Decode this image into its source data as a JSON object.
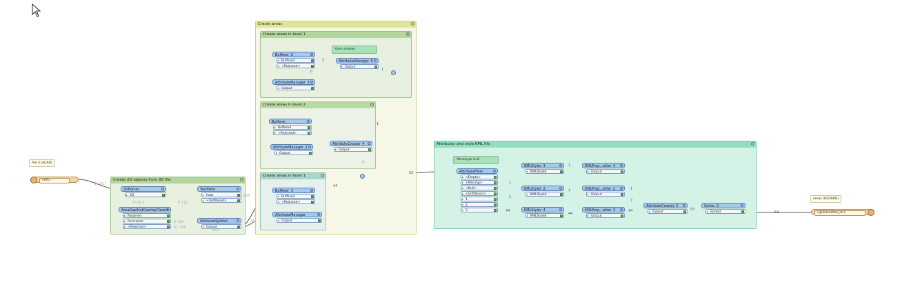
{
  "bookmarks": {
    "create_2d": "Create 2D objects from 3D file",
    "create_areas": "Create areas",
    "level1": "Create areas in level 1",
    "level2": "Create areas in level 2",
    "level_1": "Create areas in level 1",
    "kml": "Attributes and style KML file"
  },
  "reader": {
    "annotation": "File X [ACAD]",
    "port": "<All>"
  },
  "writer": {
    "annotation": "Areas [OGCKML]",
    "port": "<@Value(fme_id)>"
  },
  "transformers": {
    "forcer2d": {
      "title": "2DForcer",
      "ports": [
        "2D"
      ]
    },
    "areagap": {
      "title": "AreaGapAndOverlapCleane",
      "ports": [
        "Repaired",
        "Remnants",
        "<Rejected>"
      ]
    },
    "testfilter": {
      "title": "TestFilter",
      "ports": [
        "hoat",
        "<Unfiltered>"
      ]
    },
    "attrsplitter": {
      "title": "AttributeSplitter",
      "ports": [
        "Output"
      ]
    },
    "bufferer2": {
      "title": "Bufferer_2",
      "ports": [
        "Buffered",
        "<Rejected>"
      ]
    },
    "attrmgr6": {
      "title": "AttributeManager_6",
      "ports": [
        "Output"
      ]
    },
    "attrmgr3": {
      "title": "AttributeManager_3",
      "ports": [
        "Output"
      ]
    },
    "bufferer": {
      "title": "Bufferer",
      "ports": [
        "Buffered",
        "<Rejected>"
      ]
    },
    "attrmgr2": {
      "title": "AttributeManager_2",
      "ports": [
        "Output"
      ]
    },
    "attrcreator4": {
      "title": "AttributeCreator_4",
      "ports": [
        "Output"
      ]
    },
    "bufferer3": {
      "title": "Bufferer_3",
      "ports": [
        "Buffered",
        "<Rejected>"
      ]
    },
    "attrmgr": {
      "title": "AttributeManager",
      "ports": [
        "Output"
      ]
    },
    "attrfilter": {
      "title": "AttributeFilter",
      "ports": [
        "<Empty>",
        "<Missing>",
        "<Null>",
        "<Unfiltered>",
        "1",
        "2",
        "3"
      ]
    },
    "kmlstyler3": {
      "title": "KMLStyler_3",
      "ports": [
        "KMLStyled"
      ]
    },
    "kmlstyler2": {
      "title": "KMLStyler_2",
      "ports": [
        "KMLStyled"
      ]
    },
    "kmlstyler4": {
      "title": "KMLStyler_4",
      "ports": [
        "KMLStyled"
      ]
    },
    "kmlprop4": {
      "title": "KMLProp...etter_4",
      "ports": [
        "Output"
      ]
    },
    "kmlprop2": {
      "title": "KMLProp...etter_2",
      "ports": [
        "Output"
      ]
    },
    "kmlprop3": {
      "title": "KMLProp...etter_3",
      "ports": [
        "Output"
      ]
    },
    "attrcreator5": {
      "title": "AttributeCreator_5",
      "ports": [
        "Output"
      ]
    },
    "sorter2": {
      "title": "Sorter_2",
      "ports": [
        "Sorted"
      ]
    }
  },
  "annotations": {
    "gem_areaen": "Gem arealen",
    "filtrera": "filtrera pa nivå"
  },
  "counts": {
    "reader_out": "14 817",
    "forcer_out": "14 817",
    "testfilter_in": "6 112",
    "testfilter_out": "3 326",
    "splitter_in": "6 318",
    "splitter_out": "31 336",
    "rejected": "163",
    "into_areas": "16",
    "b2_buf": "1",
    "b2_rej": "0",
    "mgr6_out": "1",
    "mgr3": "1",
    "creator4": "7",
    "b3": "44",
    "merge": "52",
    "f1": "1",
    "f2": "1",
    "f3": "44",
    "s3": "1",
    "s2": "7",
    "s4": "44",
    "p4": "1",
    "p2": "7",
    "p3": "44",
    "c5": "53",
    "final": "53"
  }
}
